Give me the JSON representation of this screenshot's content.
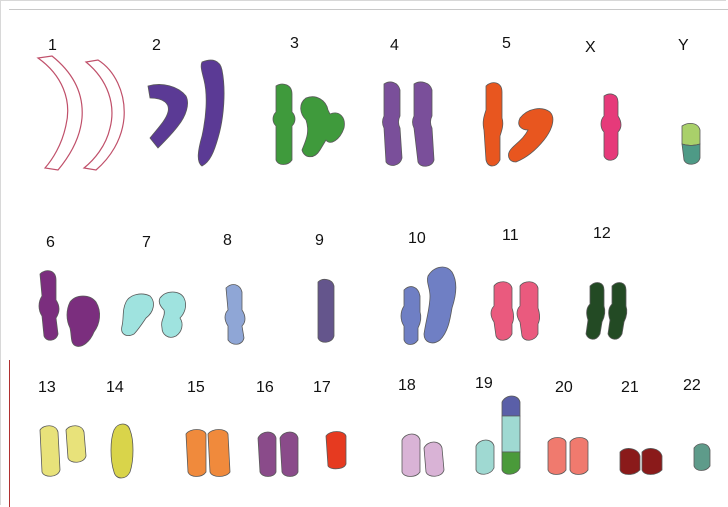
{
  "title": "",
  "chromosomes": [
    {
      "label": "1",
      "color": "#ffffff",
      "outline": "#c0506a"
    },
    {
      "label": "2",
      "color": "#5b3a95"
    },
    {
      "label": "3",
      "color": "#3f9a3c"
    },
    {
      "label": "4",
      "color": "#7a4f9a"
    },
    {
      "label": "5",
      "color": "#e8561f"
    },
    {
      "label": "X",
      "color": "#e63a7a"
    },
    {
      "label": "Y",
      "color": "#a9d06a",
      "color2": "#4e9a86"
    },
    {
      "label": "6",
      "color": "#7b2e7e"
    },
    {
      "label": "7",
      "color": "#9fe3df"
    },
    {
      "label": "8",
      "color": "#8fa6d6"
    },
    {
      "label": "9",
      "color": "#64558c"
    },
    {
      "label": "10",
      "color": "#6f7fc4"
    },
    {
      "label": "11",
      "color": "#ea5a7e"
    },
    {
      "label": "12",
      "color": "#234a24"
    },
    {
      "label": "13",
      "color": "#e8e27a"
    },
    {
      "label": "14",
      "color": "#d9d44a"
    },
    {
      "label": "15",
      "color": "#f08a3c"
    },
    {
      "label": "16",
      "color": "#8a4b8a"
    },
    {
      "label": "17",
      "color": "#e63a20"
    },
    {
      "label": "18",
      "color": "#d9b3d6"
    },
    {
      "label": "19",
      "color": "#9fd9d2",
      "color2": "#4a9a3a",
      "color3": "#5a5fa8"
    },
    {
      "label": "20",
      "color": "#f07a6e"
    },
    {
      "label": "21",
      "color": "#8a1a1a"
    },
    {
      "label": "22",
      "color": "#5e9b8a"
    }
  ]
}
